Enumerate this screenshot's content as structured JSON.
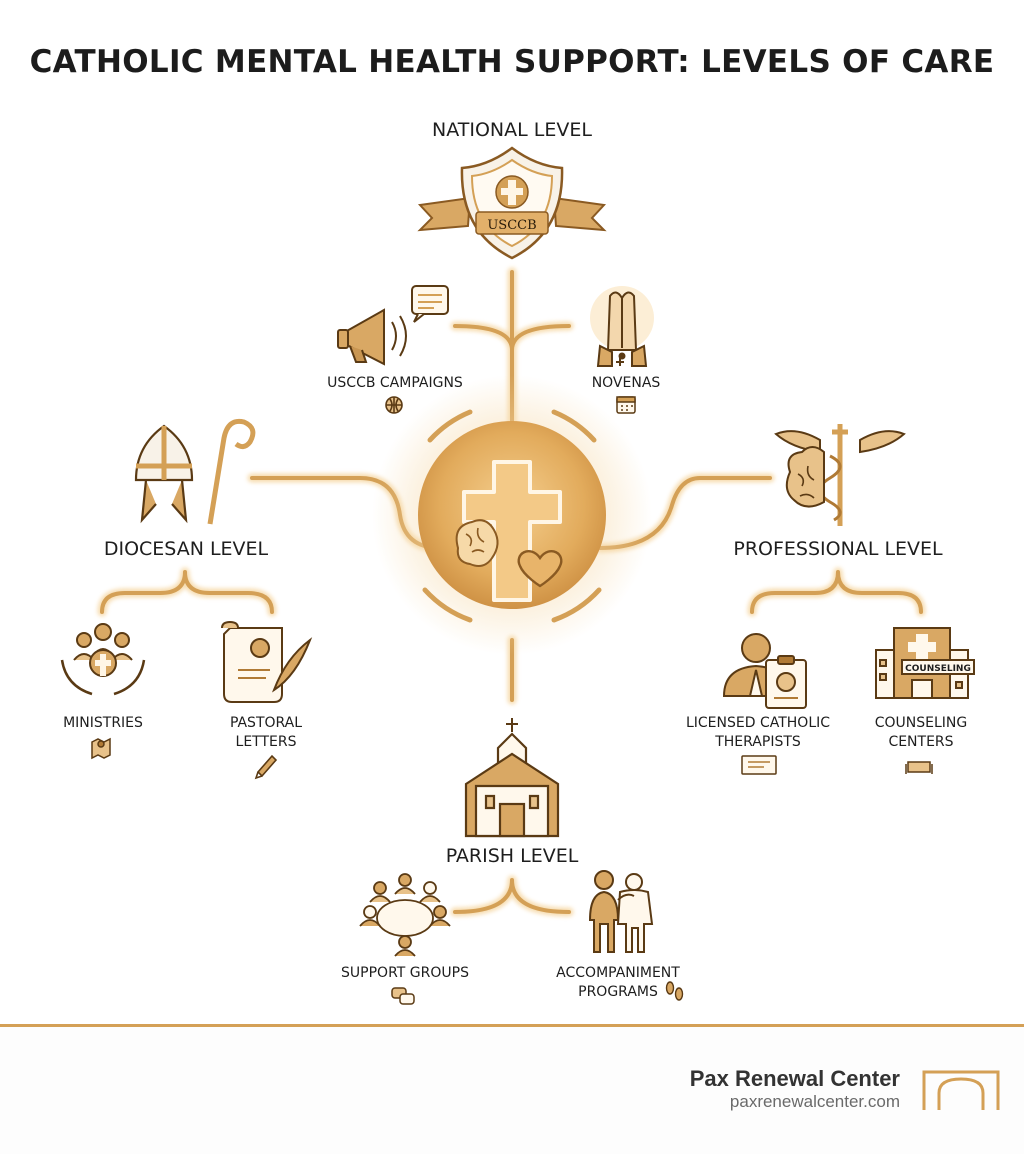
{
  "title": "CATHOLIC MENTAL HEALTH SUPPORT: LEVELS OF CARE",
  "colors": {
    "accent": "#d4a056",
    "accent_dark": "#b07a35",
    "glow": "#f6d9a8",
    "ink": "#1e1e1e"
  },
  "national": {
    "label": "NATIONAL LEVEL",
    "shield_text": "USCCB",
    "items": [
      {
        "label": "USCCB CAMPAIGNS",
        "icon": "megaphone-icon",
        "sub_icon": "globe-icon"
      },
      {
        "label": "NOVENAS",
        "icon": "praying-hands-icon",
        "sub_icon": "calendar-icon"
      }
    ]
  },
  "diocesan": {
    "label": "DIOCESAN LEVEL",
    "icon": "mitre-crozier-icon",
    "items": [
      {
        "label": "MINISTRIES",
        "icon": "community-hands-icon",
        "sub_icon": "map-pin-icon"
      },
      {
        "label_lines": [
          "PASTORAL",
          "LETTERS"
        ],
        "icon": "scroll-quill-icon",
        "sub_icon": "pen-icon"
      }
    ]
  },
  "professional": {
    "label": "PROFESSIONAL LEVEL",
    "icon": "caduceus-brain-icon",
    "items": [
      {
        "label_lines": [
          "LICENSED CATHOLIC",
          "THERAPISTS"
        ],
        "icon": "therapist-icon",
        "sub_icon": "certificate-icon"
      },
      {
        "label_lines": [
          "COUNSELING",
          "CENTERS"
        ],
        "icon": "building-icon",
        "sub_icon": "couch-icon",
        "sign": "COUNSELING"
      }
    ]
  },
  "parish": {
    "label": "PARISH LEVEL",
    "icon": "church-icon",
    "items": [
      {
        "label": "SUPPORT GROUPS",
        "icon": "group-circle-icon",
        "sub_icon": "speech-bubbles-icon"
      },
      {
        "label_lines": [
          "ACCOMPANIMENT",
          "PROGRAMS"
        ],
        "icon": "two-people-icon",
        "sub_icon": "footprints-icon"
      }
    ]
  },
  "center": {
    "icon": "cross-brain-heart-icon"
  },
  "footer": {
    "brand": "Pax Renewal Center",
    "url": "paxrenewalcenter.com",
    "logo": "arch-logo-icon"
  }
}
